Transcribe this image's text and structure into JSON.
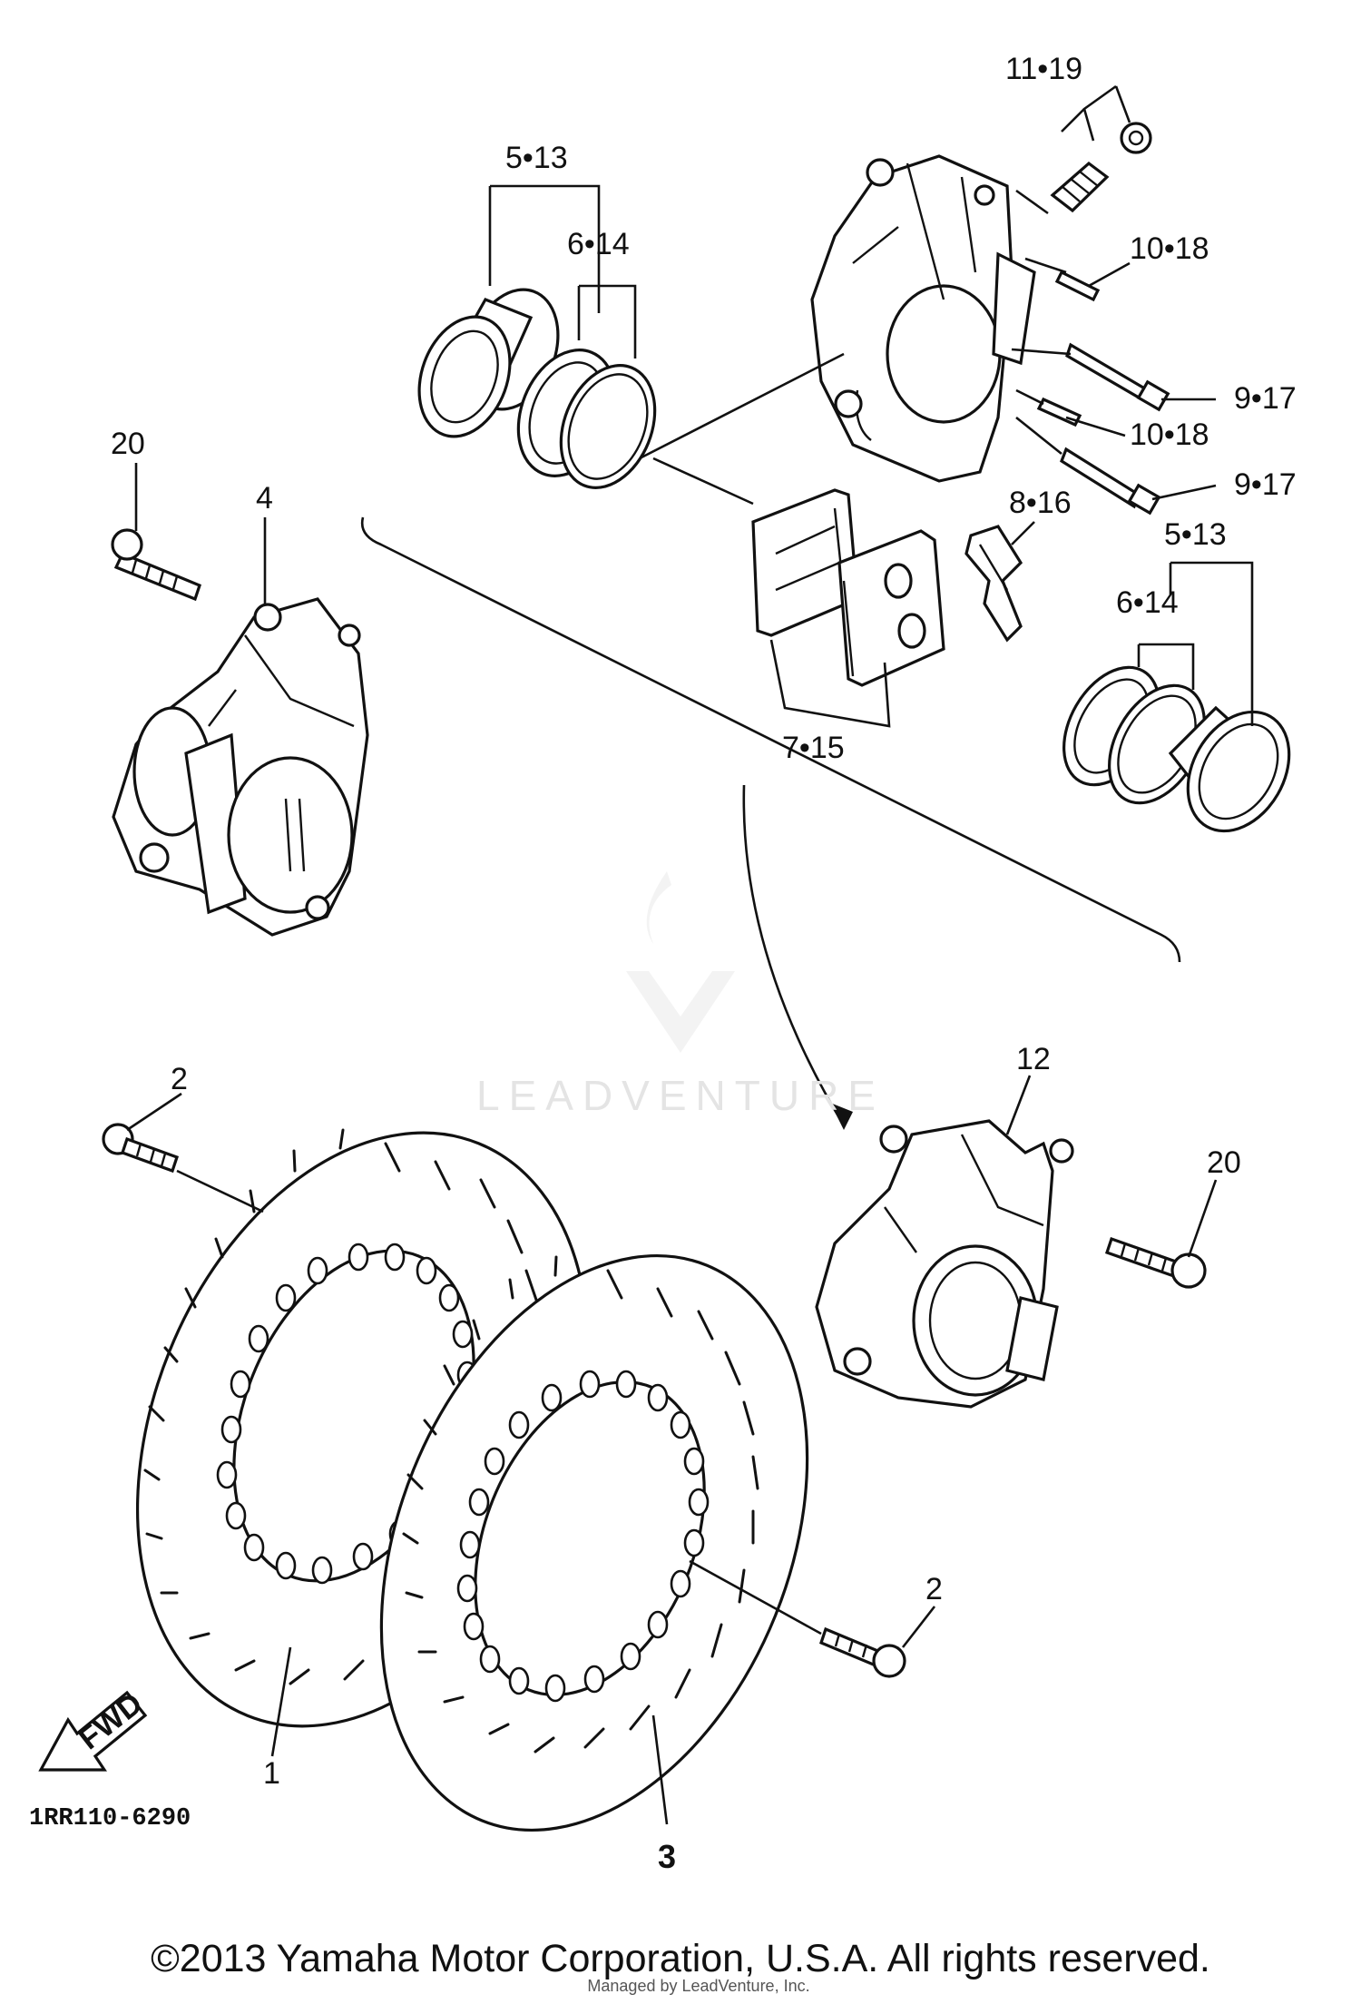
{
  "callouts": {
    "c11_19": "11•19",
    "c5_13_top": "5•13",
    "c6_14_top": "6•14",
    "c10_18_top": "10•18",
    "c9_17_top": "9•17",
    "c10_18_mid": "10•18",
    "c9_17_mid": "9•17",
    "c20_left": "20",
    "c4": "4",
    "c8_16": "8•16",
    "c5_13_right": "5•13",
    "c6_14_right": "6•14",
    "c7_15": "7•15",
    "c2_left": "2",
    "c12": "12",
    "c20_right": "20",
    "c2_right": "2",
    "c1": "1",
    "c3": "3"
  },
  "fwd_label": "FWD",
  "diagram_code": "1RR110-6290",
  "watermark": "LEADVENTURE",
  "sub_watermark": "Managed by LeadVenture, Inc.",
  "copyright": "©2013 Yamaha Motor Corporation, U.S.A. All rights reserved."
}
